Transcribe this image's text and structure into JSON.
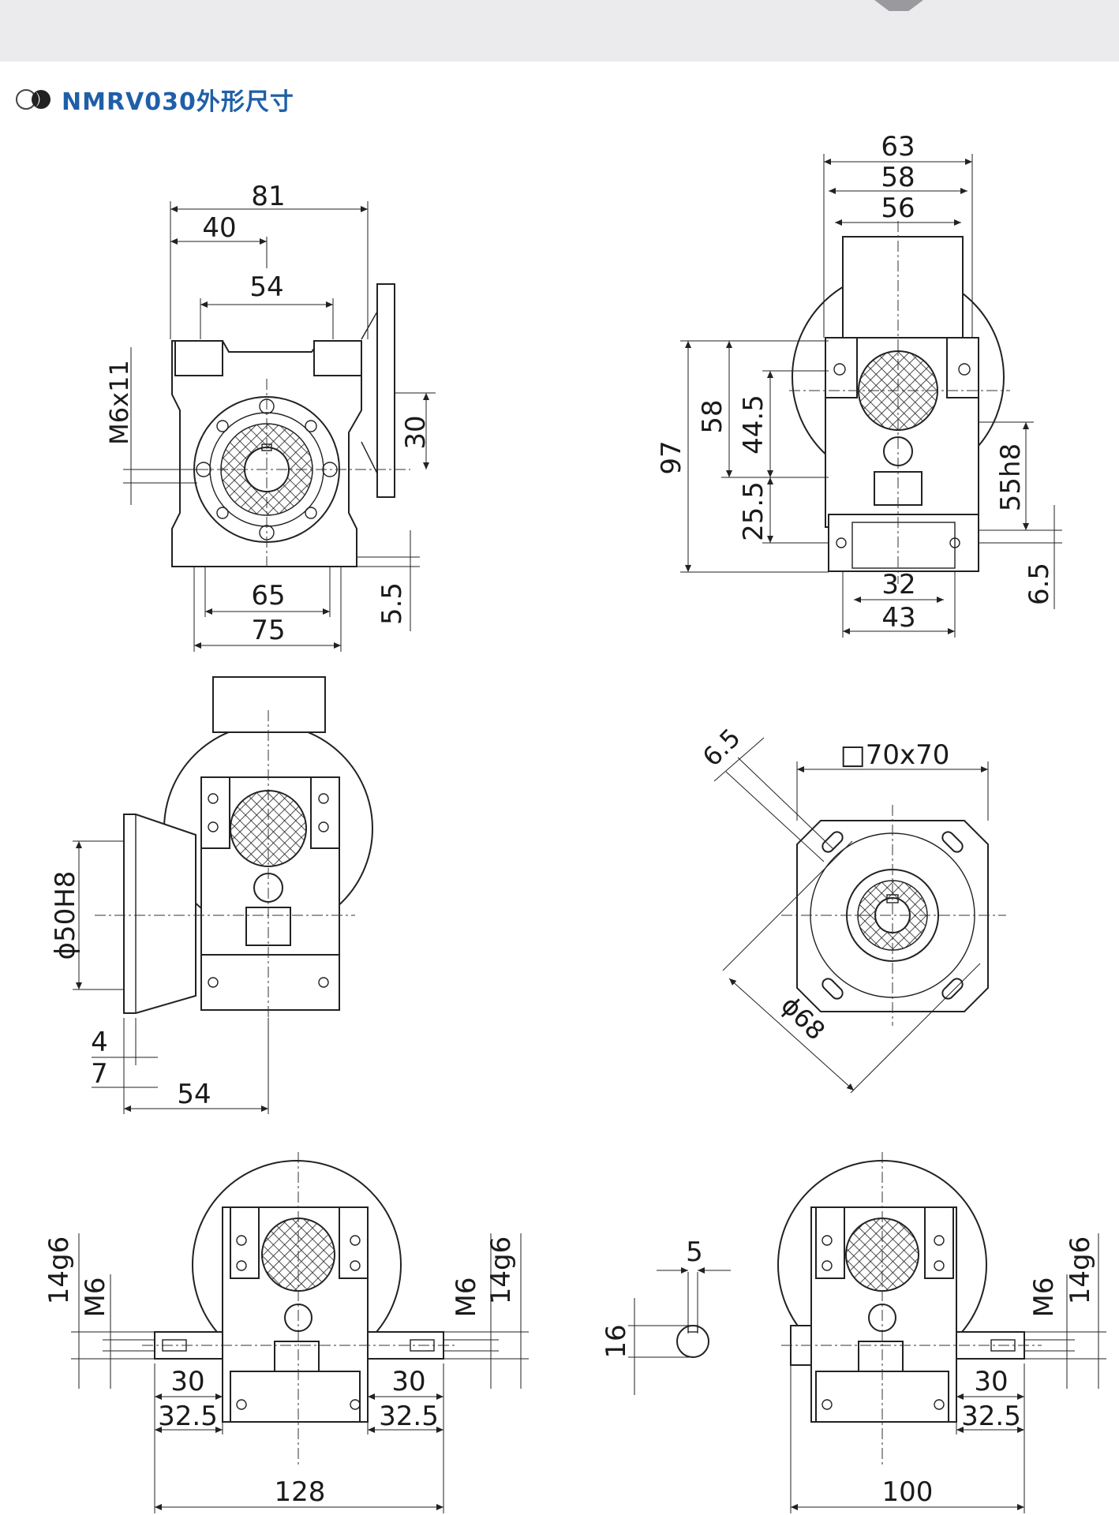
{
  "header": {
    "title": "NMRV030外形尺寸"
  },
  "views": {
    "front": {
      "dims": [
        "81",
        "40",
        "54",
        "M6x11",
        "30",
        "65",
        "75",
        "5.5"
      ]
    },
    "side": {
      "dims": [
        "63",
        "58",
        "56",
        "97",
        "58",
        "44.5",
        "25.5",
        "55h8",
        "32",
        "43",
        "6.5"
      ]
    },
    "flange_side": {
      "dims": [
        "ϕ50H8",
        "4",
        "7",
        "54"
      ]
    },
    "flange_face": {
      "dims": [
        "6.5",
        "□70x70",
        "ϕ68"
      ]
    },
    "double_shaft": {
      "dims": [
        "14g6",
        "M6",
        "M6",
        "14g6",
        "30",
        "30",
        "32.5",
        "32.5",
        "128"
      ]
    },
    "key_detail": {
      "dims": [
        "5",
        "16"
      ]
    },
    "single_shaft": {
      "dims": [
        "M6",
        "14g6",
        "30",
        "32.5",
        "100"
      ]
    }
  },
  "colors": {
    "title": "#1f5fa8",
    "band": "#ebebee",
    "line": "#222222"
  }
}
